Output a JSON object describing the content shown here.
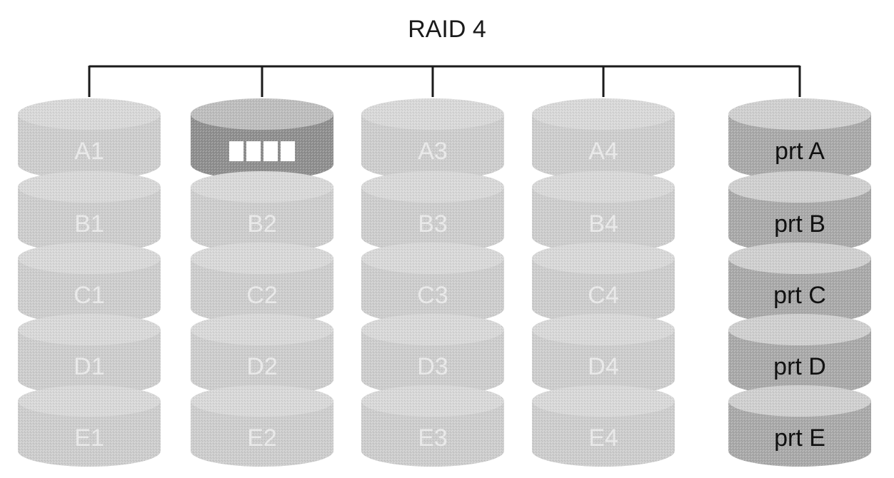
{
  "title": "RAID 4",
  "colors": {
    "line": "#1a1a1a",
    "data_disk_side": "#cdcdcd",
    "data_disk_top": "#d8d8d8",
    "data_disk_text": "#e9e9e9",
    "parity_disk_side": "#a9a9a9",
    "parity_disk_top": "#cfcfcf",
    "parity_disk_text": "#111111",
    "failed_disk_side": "#8f8f8f",
    "failed_disk_top": "#bdbdbd",
    "block_fill": "#ffffff"
  },
  "columns": [
    {
      "name": "disk-1",
      "kind": "data",
      "blocks": [
        "A1",
        "B1",
        "C1",
        "D1",
        "E1"
      ]
    },
    {
      "name": "disk-2",
      "kind": "data",
      "blocks": [
        "",
        "B2",
        "C2",
        "D2",
        "E2"
      ],
      "active_block_icon": "io-activity-blocks-icon"
    },
    {
      "name": "disk-3",
      "kind": "data",
      "blocks": [
        "A3",
        "B3",
        "C3",
        "D3",
        "E3"
      ]
    },
    {
      "name": "disk-4",
      "kind": "data",
      "blocks": [
        "A4",
        "B4",
        "C4",
        "D4",
        "E4"
      ]
    },
    {
      "name": "parity-disk",
      "kind": "parity",
      "blocks": [
        "prt A",
        "prt B",
        "prt C",
        "prt D",
        "prt E"
      ]
    }
  ]
}
